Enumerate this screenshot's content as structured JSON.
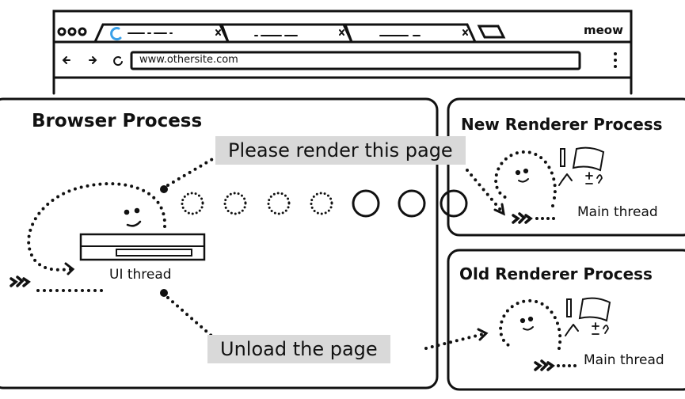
{
  "browser_window": {
    "url": "www.othersite.com",
    "profile": "meow",
    "tabs": 3
  },
  "browser_process": {
    "title": "Browser Process",
    "thread_label": "UI thread"
  },
  "messages": {
    "render": "Please render this page",
    "unload": "Unload the page"
  },
  "new_renderer": {
    "title": "New Renderer Process",
    "thread_label": "Main thread"
  },
  "old_renderer": {
    "title": "Old Renderer Process",
    "thread_label": "Main thread"
  },
  "colors": {
    "message_bg": "#d9d9d9",
    "loading_spinner": "#3aa0e8",
    "stroke": "#111111"
  }
}
